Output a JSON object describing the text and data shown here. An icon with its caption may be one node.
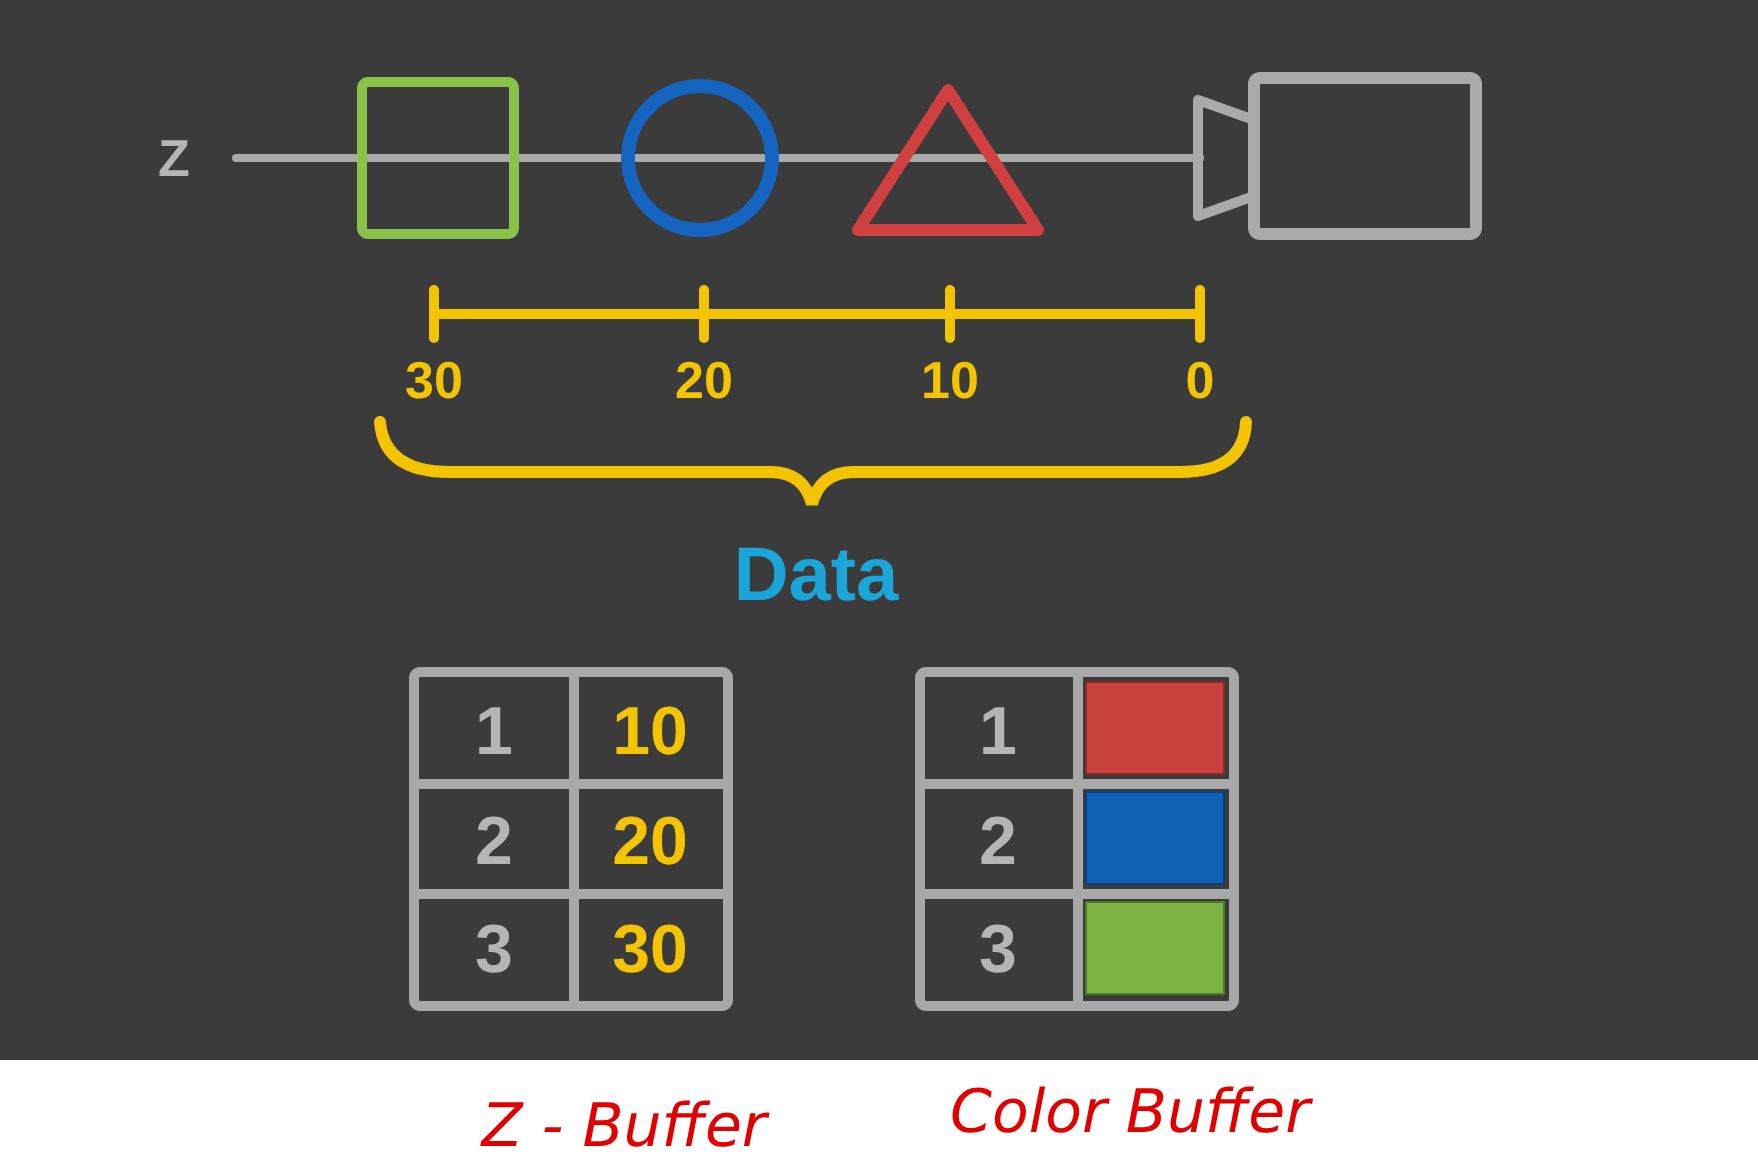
{
  "diagram": {
    "labels": [
      "Z",
      "30",
      "20",
      "10",
      "0",
      "Data",
      "1",
      "10",
      "2",
      "20",
      "3",
      "30",
      "1",
      "2",
      "3",
      "Z - Buffer",
      "Color Buffer"
    ]
  }
}
